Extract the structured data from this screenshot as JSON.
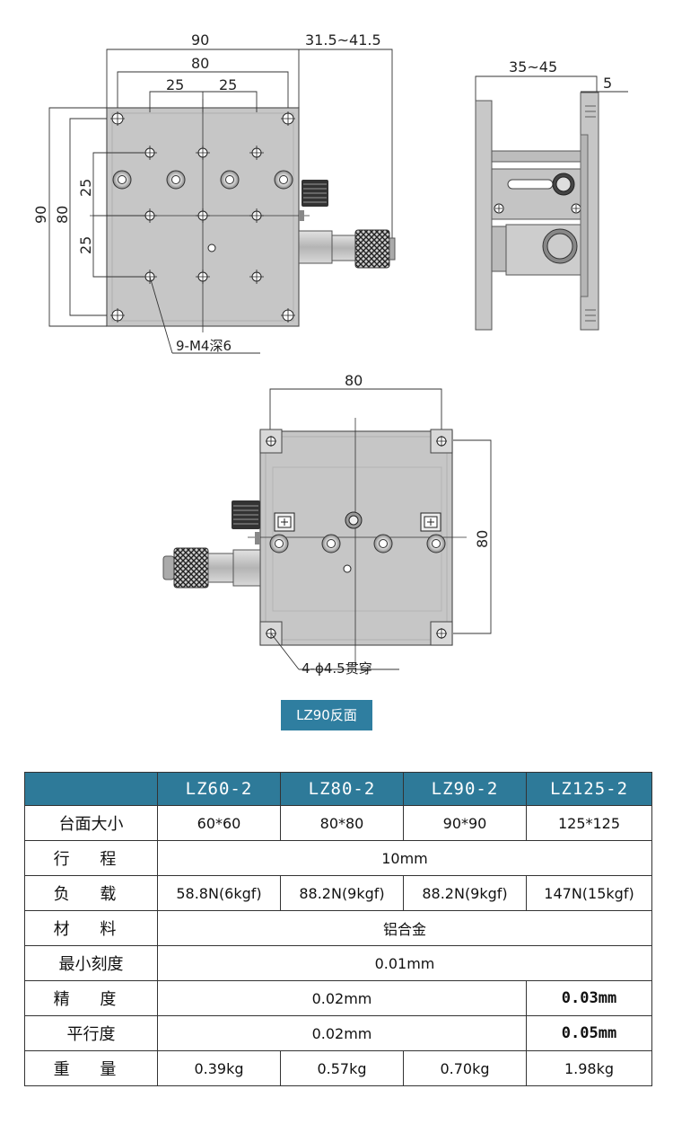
{
  "drawings": {
    "top_view": {
      "dim_width_outer": "90",
      "dim_width_inner": "80",
      "dim_hole_spacing_a": "25",
      "dim_hole_spacing_b": "25",
      "dim_knob_range": "31.5~41.5",
      "dim_height_outer": "90",
      "dim_height_inner": "80",
      "dim_vert_spacing_a": "25",
      "dim_vert_spacing_b": "25",
      "hole_callout": "9-M4深6"
    },
    "side_view": {
      "dim_height_range": "35~45",
      "dim_thickness": "5"
    },
    "bottom_view": {
      "dim_width": "80",
      "dim_height": "80",
      "hole_callout": "4-ϕ4.5贯穿"
    },
    "caption": "LZ90反面"
  },
  "table": {
    "headers": [
      "LZ60-2",
      "LZ80-2",
      "LZ90-2",
      "LZ125-2"
    ],
    "rows": {
      "table_size": {
        "label": "台面大小",
        "values": [
          "60*60",
          "80*80",
          "90*90",
          "125*125"
        ]
      },
      "travel": {
        "label": "行 程",
        "value": "10mm"
      },
      "load": {
        "label": "负 载",
        "values": [
          "58.8N(6kgf)",
          "88.2N(9kgf)",
          "88.2N(9kgf)",
          "147N(15kgf)"
        ]
      },
      "material": {
        "label": "材 料",
        "value": "铝合金"
      },
      "min_scale": {
        "label": "最小刻度",
        "value": "0.01mm"
      },
      "accuracy": {
        "label": "精 度",
        "value": "0.02mm",
        "value_last": "0.03mm"
      },
      "parallelism": {
        "label": "平行度",
        "value": "0.02mm",
        "value_last": "0.05mm"
      },
      "weight": {
        "label": "重 量",
        "values": [
          "0.39kg",
          "0.57kg",
          "0.70kg",
          "1.98kg"
        ]
      }
    }
  }
}
